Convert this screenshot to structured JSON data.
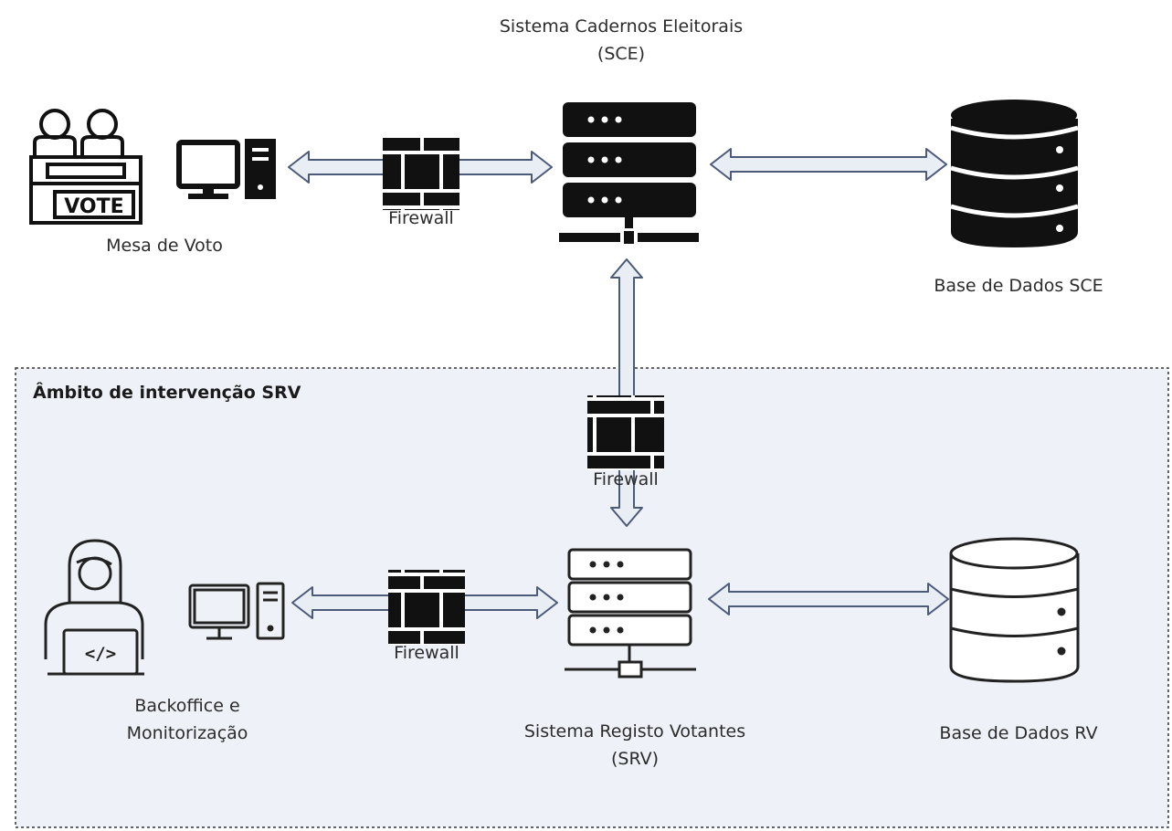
{
  "sce": {
    "title_line1": "Sistema Cadernos Eleitorais",
    "title_line2": "(SCE)"
  },
  "mesa": {
    "label": "Mesa de Voto",
    "ballot_text": "VOTE"
  },
  "db_sce": {
    "label": "Base de Dados SCE"
  },
  "zone": {
    "title": "Âmbito de intervenção SRV"
  },
  "firewall": {
    "label_top": "Firewall",
    "label_vertical": "Firewall",
    "label_bottom": "Firewall"
  },
  "backoffice": {
    "line1": "Backoffice e",
    "line2": "Monitorização",
    "laptop_code": "</>"
  },
  "srv": {
    "line1": "Sistema Registo Votantes",
    "line2": "(SRV)"
  },
  "db_rv": {
    "label": "Base de Dados RV"
  }
}
